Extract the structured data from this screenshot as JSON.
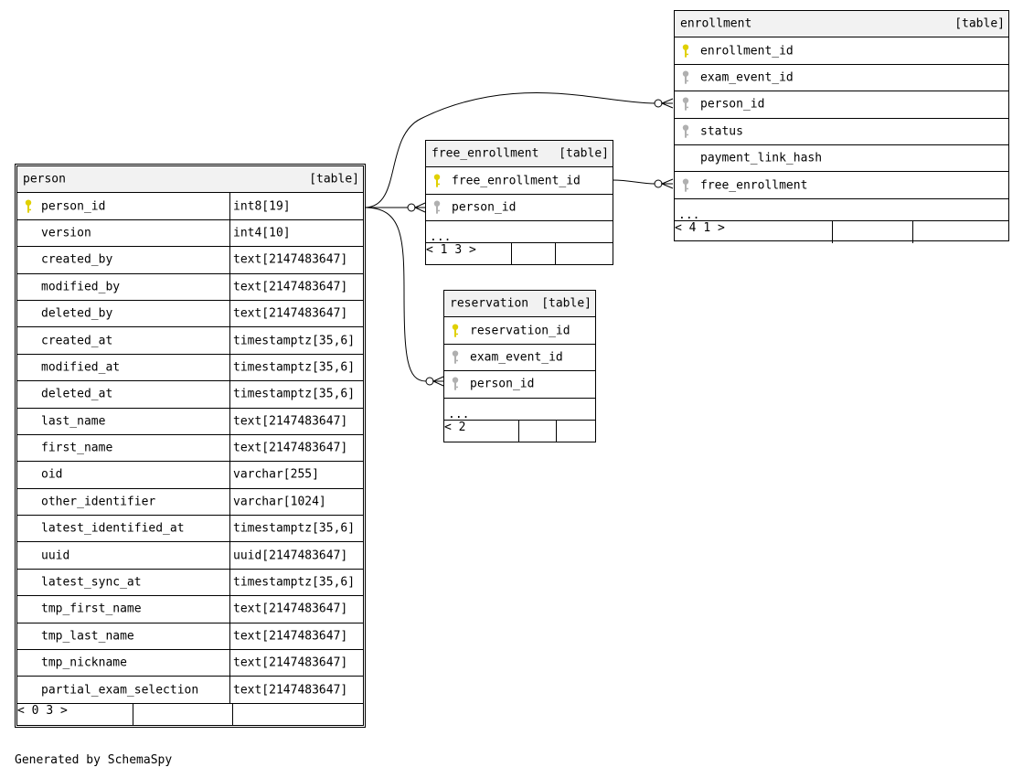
{
  "tables": {
    "person": {
      "name": "person",
      "kind": "[table]",
      "columns": [
        {
          "name": "person_id",
          "type": "int8[19]",
          "key": "primary"
        },
        {
          "name": "version",
          "type": "int4[10]"
        },
        {
          "name": "created_by",
          "type": "text[2147483647]"
        },
        {
          "name": "modified_by",
          "type": "text[2147483647]"
        },
        {
          "name": "deleted_by",
          "type": "text[2147483647]"
        },
        {
          "name": "created_at",
          "type": "timestamptz[35,6]"
        },
        {
          "name": "modified_at",
          "type": "timestamptz[35,6]"
        },
        {
          "name": "deleted_at",
          "type": "timestamptz[35,6]"
        },
        {
          "name": "last_name",
          "type": "text[2147483647]"
        },
        {
          "name": "first_name",
          "type": "text[2147483647]"
        },
        {
          "name": "oid",
          "type": "varchar[255]"
        },
        {
          "name": "other_identifier",
          "type": "varchar[1024]"
        },
        {
          "name": "latest_identified_at",
          "type": "timestamptz[35,6]"
        },
        {
          "name": "uuid",
          "type": "uuid[2147483647]"
        },
        {
          "name": "latest_sync_at",
          "type": "timestamptz[35,6]"
        },
        {
          "name": "tmp_first_name",
          "type": "text[2147483647]"
        },
        {
          "name": "tmp_last_name",
          "type": "text[2147483647]"
        },
        {
          "name": "tmp_nickname",
          "type": "text[2147483647]"
        },
        {
          "name": "partial_exam_selection",
          "type": "text[2147483647]"
        }
      ],
      "footer": {
        "left": "< 0",
        "right": "3 >"
      }
    },
    "free_enrollment": {
      "name": "free_enrollment",
      "kind": "[table]",
      "columns": [
        {
          "name": "free_enrollment_id",
          "key": "primary"
        },
        {
          "name": "person_id",
          "key": "foreign"
        }
      ],
      "more": "...",
      "footer": {
        "left": "< 1",
        "right": "3 >"
      }
    },
    "reservation": {
      "name": "reservation",
      "kind": "[table]",
      "columns": [
        {
          "name": "reservation_id",
          "key": "primary"
        },
        {
          "name": "exam_event_id",
          "key": "foreign"
        },
        {
          "name": "person_id",
          "key": "foreign"
        }
      ],
      "more": "...",
      "footer": {
        "left": "< 2",
        "right": ""
      }
    },
    "enrollment": {
      "name": "enrollment",
      "kind": "[table]",
      "columns": [
        {
          "name": "enrollment_id",
          "key": "primary"
        },
        {
          "name": "exam_event_id",
          "key": "foreign"
        },
        {
          "name": "person_id",
          "key": "foreign"
        },
        {
          "name": "status",
          "key": "foreign"
        },
        {
          "name": "payment_link_hash"
        },
        {
          "name": "free_enrollment",
          "key": "foreign"
        }
      ],
      "more": "...",
      "footer": {
        "left": "< 4",
        "right": "1 >"
      }
    }
  },
  "footer_note": "Generated by SchemaSpy",
  "colors": {
    "primary_key": "#e0d000",
    "foreign_key": "#b0b0b0",
    "header_bg": "#f2f2f2"
  }
}
